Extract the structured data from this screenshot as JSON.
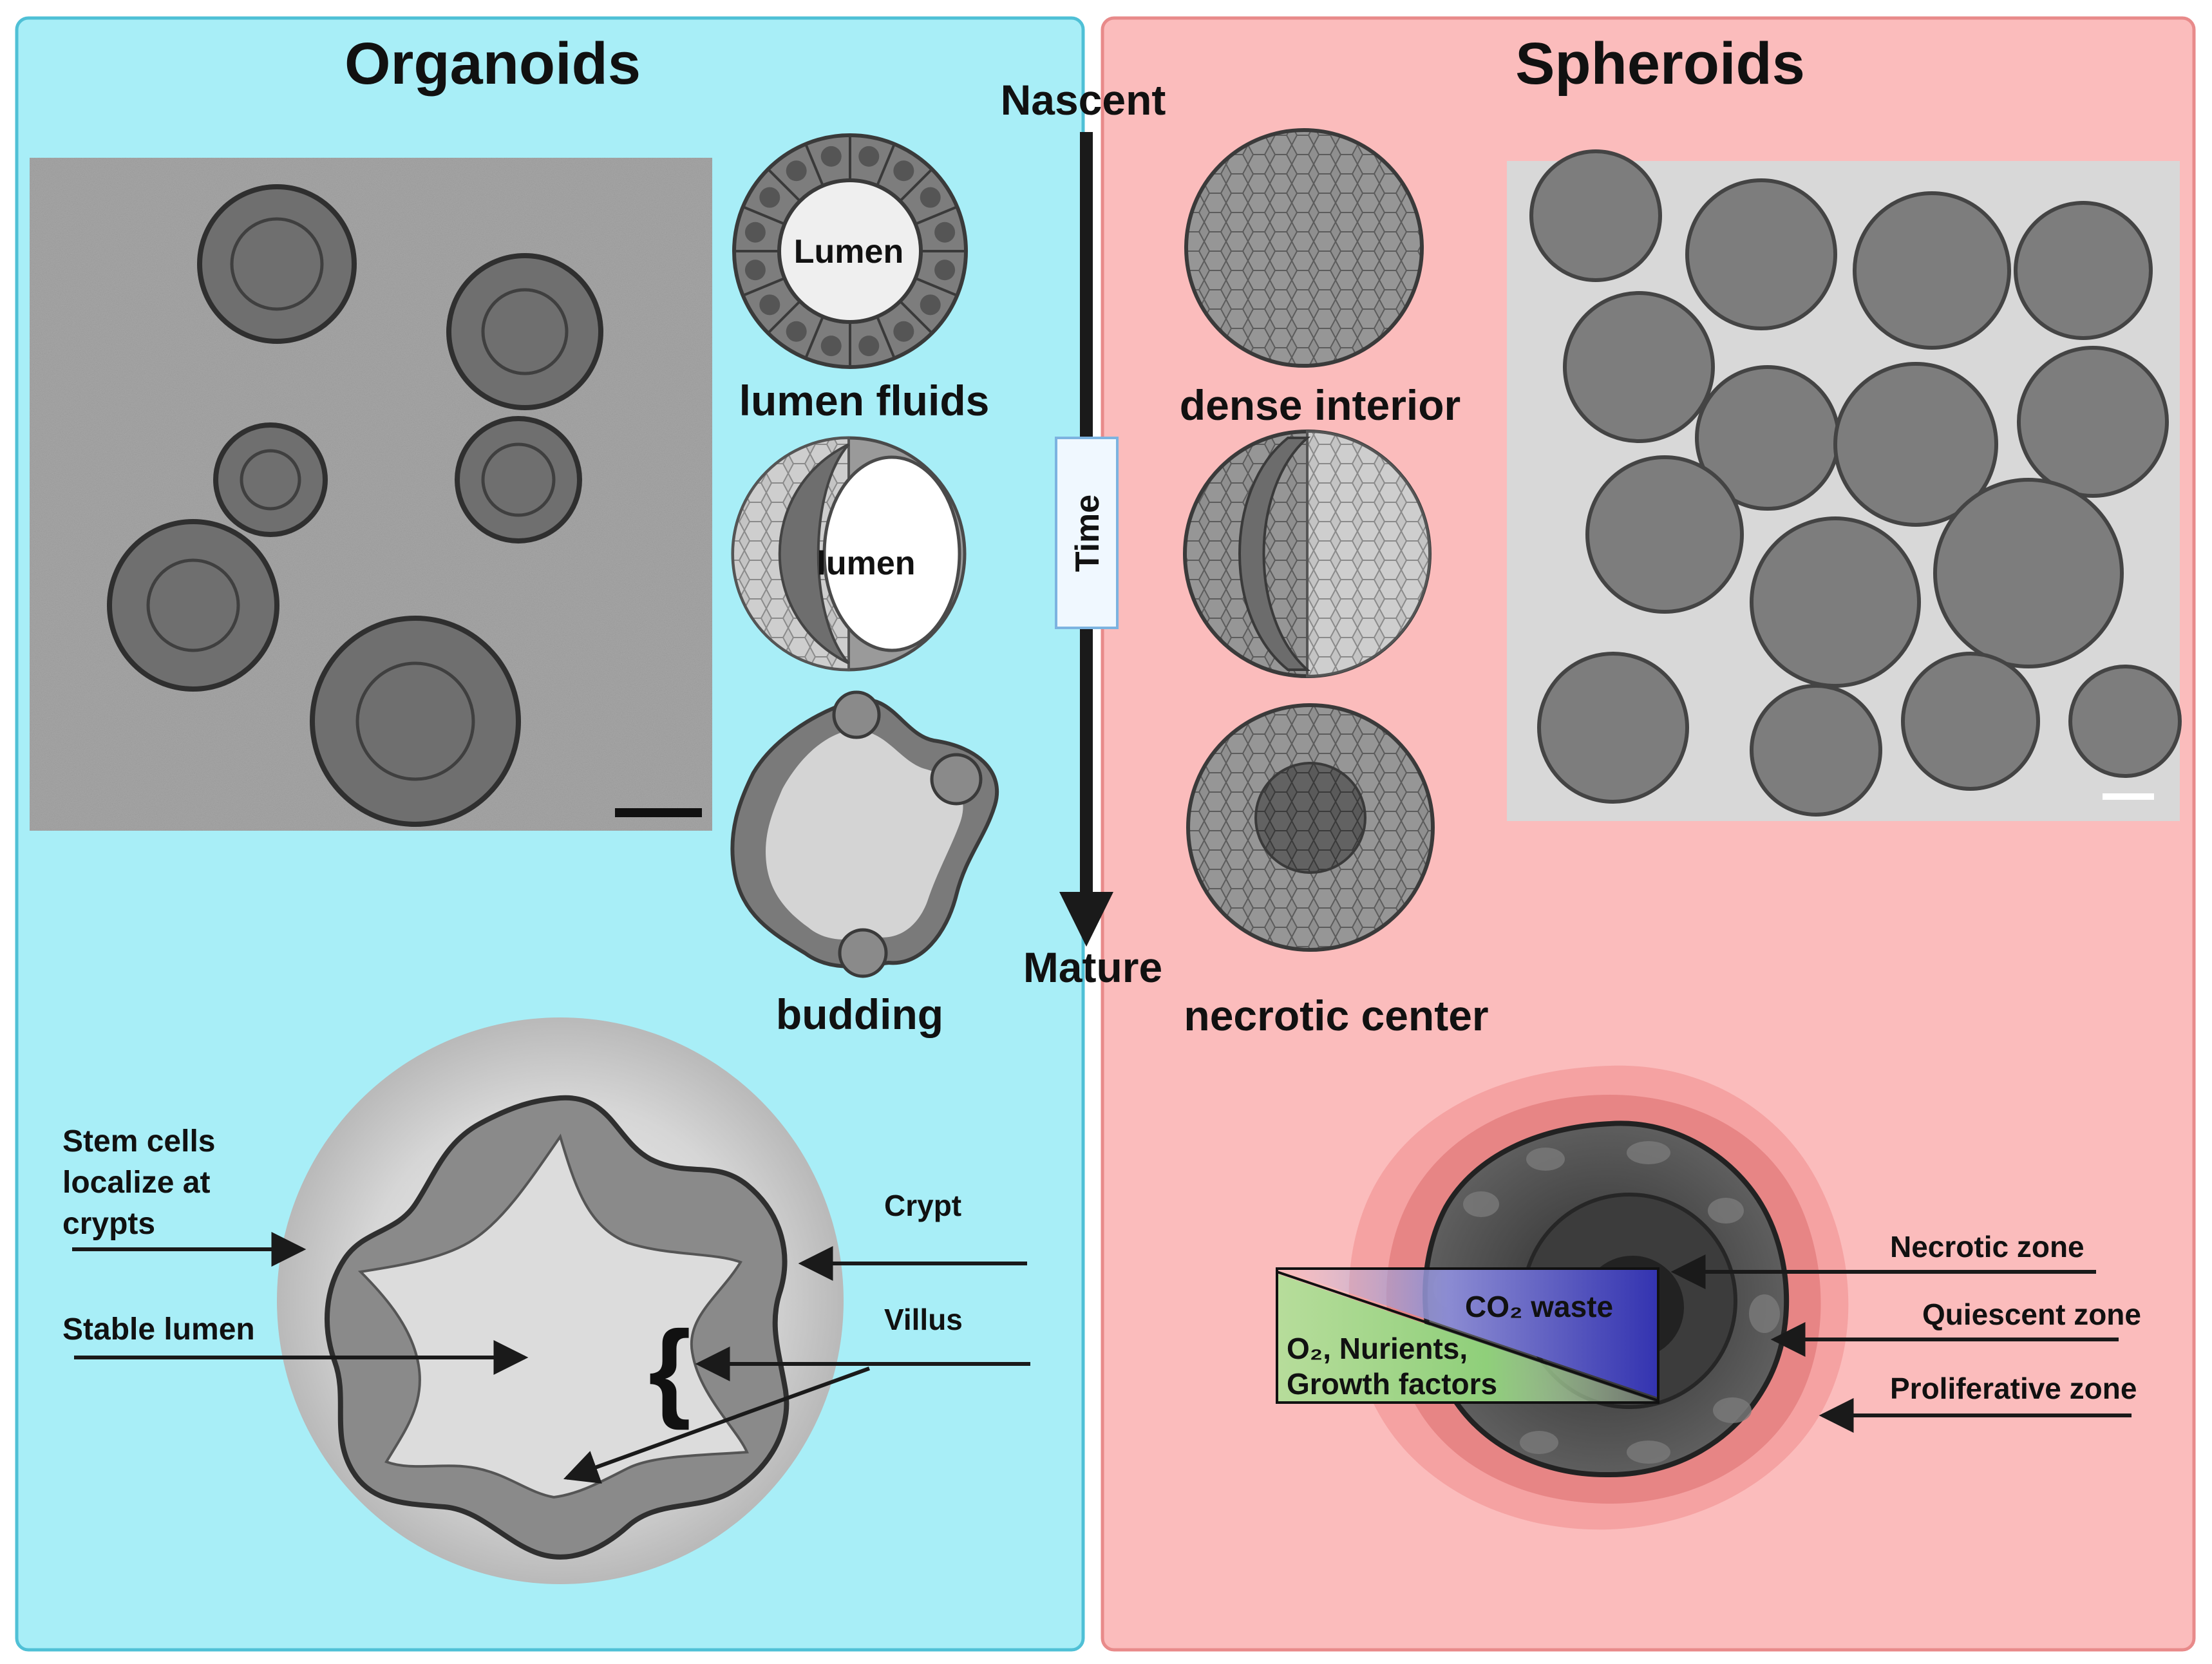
{
  "left_panel": {
    "title": "Organoids",
    "stage_labels": {
      "lumen_fluids": "lumen fluids",
      "lumen": "lumen",
      "budding": "budding"
    },
    "inner_label": "Lumen",
    "annotations": {
      "stem_cells": [
        "Stem cells",
        "localize at",
        "crypts"
      ],
      "stable_lumen": "Stable lumen",
      "crypt": "Crypt",
      "villus": "Villus"
    },
    "brace": "{"
  },
  "timeline": {
    "start": "Nascent",
    "end": "Mature",
    "label": "Time"
  },
  "right_panel": {
    "title": "Spheroids",
    "stage_labels": {
      "dense_interior": "dense interior",
      "necrotic_center": "necrotic center"
    },
    "zones": {
      "necrotic": "Necrotic zone",
      "quiescent": "Quiescent zone",
      "proliferative": "Proliferative zone"
    },
    "gradient": {
      "waste": "CO₂ waste",
      "nutrients": [
        "O₂, Nurients,",
        "Growth factors"
      ]
    }
  },
  "colors": {
    "left_bg": "#a8eef7",
    "right_bg": "#fbbcbc",
    "left_border": "#4fc0d6",
    "right_border": "#e88a8a",
    "arrow": "#1a1a1a",
    "waste_blue": "#3a3ab8",
    "nutrient_green": "#a9d48c"
  }
}
